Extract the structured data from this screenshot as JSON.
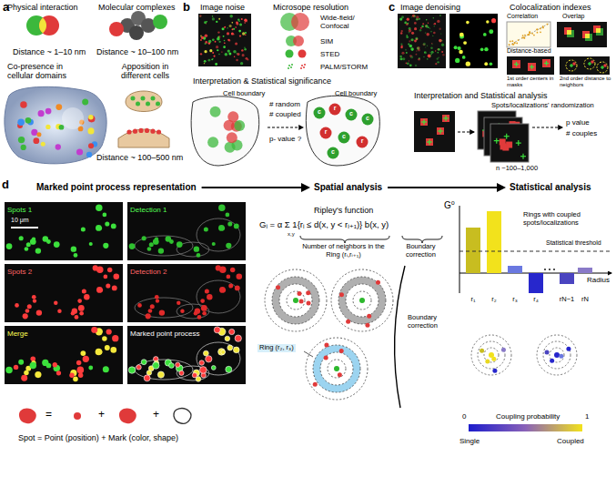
{
  "diagram": {
    "nodes": [
      {
        "text": [
          "Marked point process representation"
        ]
      },
      {
        "text": [
          "Spatial analysis"
        ]
      },
      {
        "text": [
          "Statistical analysis"
        ]
      }
    ],
    "edges": [
      {
        "from": 0,
        "to": 1,
        "arrow": "to"
      },
      {
        "from": 1,
        "to": 2,
        "arrow": "to"
      }
    ],
    "labels": [
      "a",
      "Physical interaction",
      "Molecular complexes",
      "Distance ~ 1–10 nm",
      "Distance ~ 10–100 nm",
      "Co-presence in cellular domains",
      "Apposition in different cells",
      "Distance ~ 100–500 nm",
      "b",
      "Image noise",
      "Microsope resolution",
      "Wide-field/ Confocal",
      "SIM",
      "STED",
      "PALM/STORM",
      "Interpretation & Statistical significance",
      "Cell boundary",
      "# random",
      "# coupled",
      "p- value ?",
      "Cell boundary",
      "c",
      "r",
      "c",
      "c",
      "r",
      "c",
      "r",
      "c",
      "c",
      "Image denoising",
      "Colocalization indexes",
      "Correlation",
      "Overlap",
      "Distance-based",
      "1st order centers in masks",
      "2nd order distance to neighbors",
      "Interpretation and Statistical analysis",
      "Spots/localizations' randomization",
      "p value",
      "# couples",
      "n ~100–1,000",
      "d",
      "Spots 1",
      "Detection 1",
      "Spots 2",
      "Detection 2",
      "Merge",
      "Marked point process",
      "10 μm",
      "=",
      "+",
      "+",
      "Spot = Point (position) + Mark (color, shape)",
      "Ripley's function",
      "Gᵢ = α Σ 1{rᵢ ≤ d(x, y < rᵢ₊₁)} b(x, y)",
      "x,y",
      "Number of neighbors in the Ring (rᵢ,rᵢ₊₁)",
      "Boundary correction",
      "Boundary correction",
      "Ring (r₂, r₃)",
      "G⁰",
      "Rings with coupled spots/localizations",
      "Statistical threshold",
      "r₁",
      "r₂",
      "r₃",
      "r₄",
      "rN−1",
      "rN",
      "Radius",
      "0",
      "Coupling probability",
      "1",
      "Single",
      "Coupled"
    ]
  }
}
